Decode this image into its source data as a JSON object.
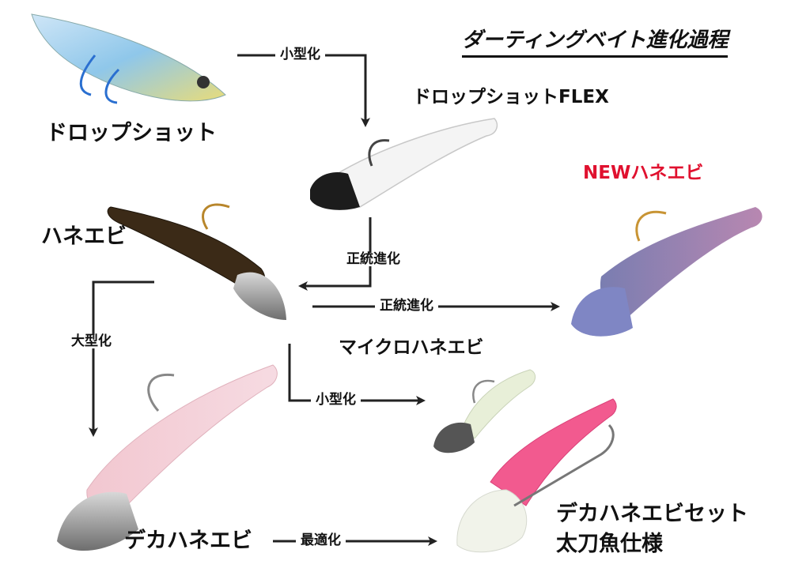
{
  "title": "ダーティングベイト進化過程",
  "colors": {
    "accent_red": "#e0112f",
    "text": "#111111",
    "arrow": "#222222"
  },
  "lures": [
    {
      "id": "dropshot",
      "label": "ドロップショット"
    },
    {
      "id": "dropshot_flex",
      "label": "ドロップショットFLEX"
    },
    {
      "id": "hane_ebi",
      "label": "ハネエビ"
    },
    {
      "id": "new_hane_ebi",
      "label": "NEWハネエビ"
    },
    {
      "id": "micro_hane_ebi",
      "label": "マイクロハネエビ"
    },
    {
      "id": "deka_hane_ebi",
      "label": "デカハネエビ"
    },
    {
      "id": "deka_set_line1",
      "label": "デカハネエビセット"
    },
    {
      "id": "deka_set_line2",
      "label": "太刀魚仕様"
    }
  ],
  "arrows": [
    {
      "from": "dropshot",
      "to": "dropshot_flex",
      "label": "小型化"
    },
    {
      "from": "dropshot_flex",
      "to": "hane_ebi",
      "label": "正統進化"
    },
    {
      "from": "hane_ebi",
      "to": "new_hane_ebi",
      "label": "正統進化"
    },
    {
      "from": "hane_ebi",
      "to": "deka_hane_ebi",
      "label": "大型化"
    },
    {
      "from": "hane_ebi",
      "to": "micro_hane_ebi",
      "label": "小型化"
    },
    {
      "from": "deka_hane_ebi",
      "to": "deka_set",
      "label": "最適化"
    }
  ]
}
